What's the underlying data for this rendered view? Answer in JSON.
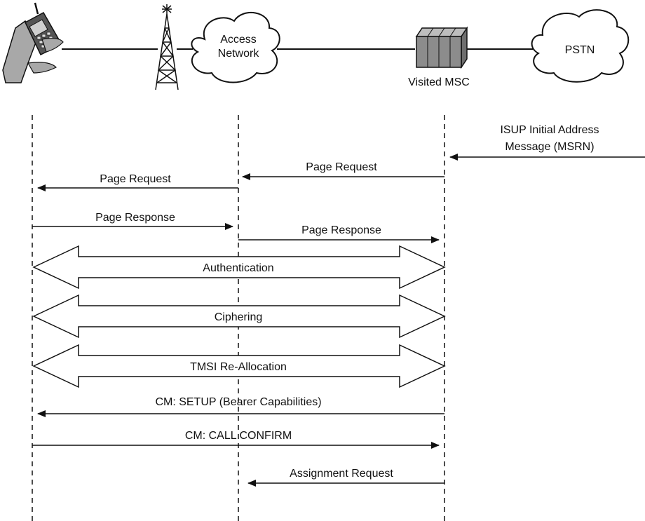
{
  "nodes": {
    "access_network": [
      "Access",
      "Network"
    ],
    "visited_msc": "Visited MSC",
    "pstn": "PSTN"
  },
  "messages": [
    {
      "label": [
        "ISUP Initial Address",
        "Message (MSRN)"
      ],
      "from": "PSTN",
      "to": "Visited MSC",
      "kind": "single"
    },
    {
      "label": "Page Request",
      "from": "Visited MSC",
      "to": "Access Network",
      "kind": "single"
    },
    {
      "label": "Page Request",
      "from": "Access Network",
      "to": "Mobile",
      "kind": "single"
    },
    {
      "label": "Page Response",
      "from": "Mobile",
      "to": "Access Network",
      "kind": "single"
    },
    {
      "label": "Page Response",
      "from": "Access Network",
      "to": "Visited MSC",
      "kind": "single"
    },
    {
      "label": "Authentication",
      "from": "Mobile",
      "to": "Visited MSC",
      "kind": "double"
    },
    {
      "label": "Ciphering",
      "from": "Mobile",
      "to": "Visited MSC",
      "kind": "double"
    },
    {
      "label": "TMSI Re-Allocation",
      "from": "Mobile",
      "to": "Visited MSC",
      "kind": "double"
    },
    {
      "label": "CM: SETUP (Bearer Capabilities)",
      "from": "Visited MSC",
      "to": "Mobile",
      "kind": "single"
    },
    {
      "label": "CM: CALL CONFIRM",
      "from": "Mobile",
      "to": "Visited MSC",
      "kind": "single"
    },
    {
      "label": "Assignment Request",
      "from": "Visited MSC",
      "to": "Access Network",
      "kind": "single"
    }
  ],
  "colors": {
    "ink": "#111111",
    "device_gray": "#9a9a9a",
    "msc_gray": "#8c8c8c"
  },
  "icons": [
    "handset-icon",
    "antenna-tower-icon",
    "cloud-icon",
    "switch-rack-icon",
    "cloud-icon"
  ]
}
